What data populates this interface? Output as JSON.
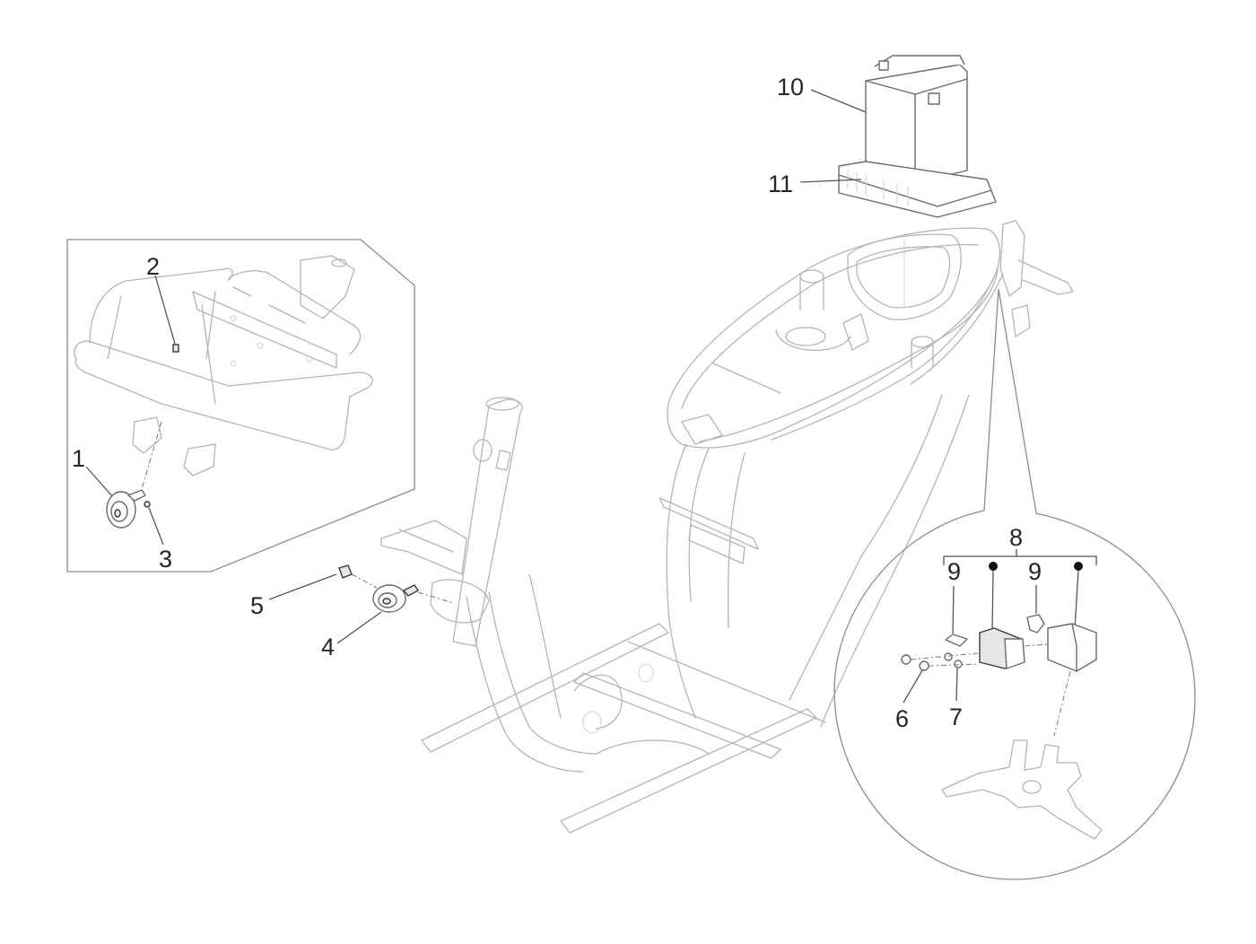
{
  "diagram": {
    "type": "exploded-parts-view",
    "subject": "scooter frame with electrical components",
    "callouts": [
      {
        "id": "1",
        "label": "1",
        "part": "horn (inset, on front rack)"
      },
      {
        "id": "2",
        "label": "2",
        "part": "screw (inset)"
      },
      {
        "id": "3",
        "label": "3",
        "part": "nut (inset)"
      },
      {
        "id": "4",
        "label": "4",
        "part": "horn"
      },
      {
        "id": "5",
        "label": "5",
        "part": "screw"
      },
      {
        "id": "6",
        "label": "6",
        "part": "screw"
      },
      {
        "id": "7",
        "label": "7",
        "part": "nut"
      },
      {
        "id": "8",
        "label": "8",
        "part": "fuse box / relay kit (bracket group)"
      },
      {
        "id": "9a",
        "label": "9",
        "part": "fuse"
      },
      {
        "id": "9b",
        "label": "9",
        "part": "fuse"
      },
      {
        "id": "10",
        "label": "10",
        "part": "battery"
      },
      {
        "id": "11",
        "label": "11",
        "part": "battery tray"
      }
    ],
    "group_markers": [
      "•",
      "•"
    ],
    "insets": [
      {
        "name": "front-rack-inset",
        "callouts": [
          "1",
          "2",
          "3"
        ]
      },
      {
        "name": "relay-detail-circle",
        "callouts": [
          "6",
          "7",
          "8",
          "9a",
          "9b"
        ]
      }
    ]
  }
}
